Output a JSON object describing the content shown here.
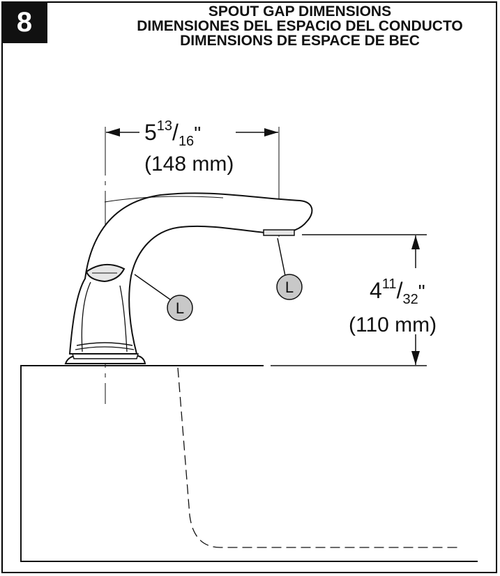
{
  "step": {
    "number": "8"
  },
  "title": {
    "line_en": "SPOUT GAP DIMENSIONS",
    "line_es": "DIMENSIONES DEL ESPACIO DEL CONDUCTO",
    "line_fr": "DIMENSIONS DE ESPACE DE BEC"
  },
  "dimension_horizontal": {
    "whole": "5",
    "numerator": "13",
    "denominator": "16",
    "inch_mark": "\"",
    "metric": "(148 mm)"
  },
  "dimension_vertical": {
    "whole": "4",
    "numerator": "11",
    "denominator": "32",
    "inch_mark": "\"",
    "metric": "(110 mm)"
  },
  "callouts": {
    "left_label": "L",
    "right_label": "L"
  },
  "colors": {
    "callout_fill": "#c8c8c8",
    "line": "#111111",
    "badge": "#111111"
  }
}
